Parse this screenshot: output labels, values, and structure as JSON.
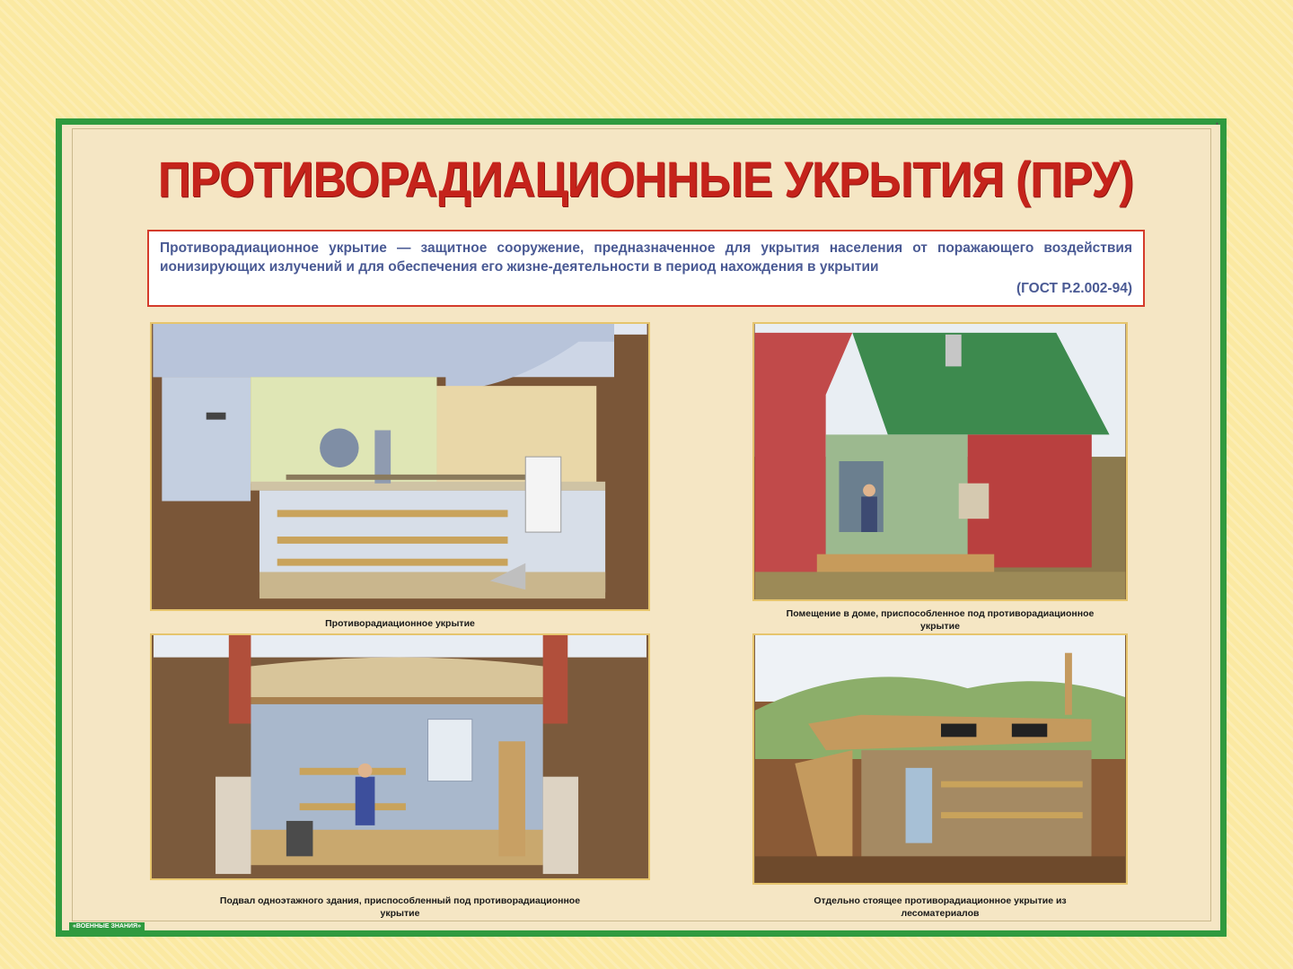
{
  "poster": {
    "title": "ПРОТИВОРАДИАЦИОННЫЕ УКРЫТИЯ (ПРУ)",
    "definition": "Противорадиационное укрытие — защитное сооружение, предназначенное для укрытия населения от поражающего воздействия ионизирующих излучений и для обеспечения его жизне-деятельности в период нахождения в укрытии",
    "definition_source": "(ГОСТ Р.2.002-94)",
    "footer_mark": "«ВОЕННЫЕ ЗНАНИЯ»"
  },
  "panels": [
    {
      "caption": "Противорадиационное укрытие",
      "scene": "building-basement-shelter"
    },
    {
      "caption": "Помещение в доме, приспособленное под противорадиационное укрытие",
      "scene": "house-room-shelter"
    },
    {
      "caption": "Подвал одноэтажного здания, приспособленный под противорадиационное укрытие",
      "scene": "basement-one-storey-shelter"
    },
    {
      "caption": "Отдельно стоящее противорадиационное укрытие из лесоматериалов",
      "scene": "dugout-timber-shelter"
    }
  ],
  "colors": {
    "slide_background": "#fbe9a2",
    "poster_border": "#2f9a3f",
    "poster_background": "#f5e6c4",
    "title": "#c5231b",
    "definition_text": "#4a5a94",
    "definition_border": "#d43b2b"
  }
}
